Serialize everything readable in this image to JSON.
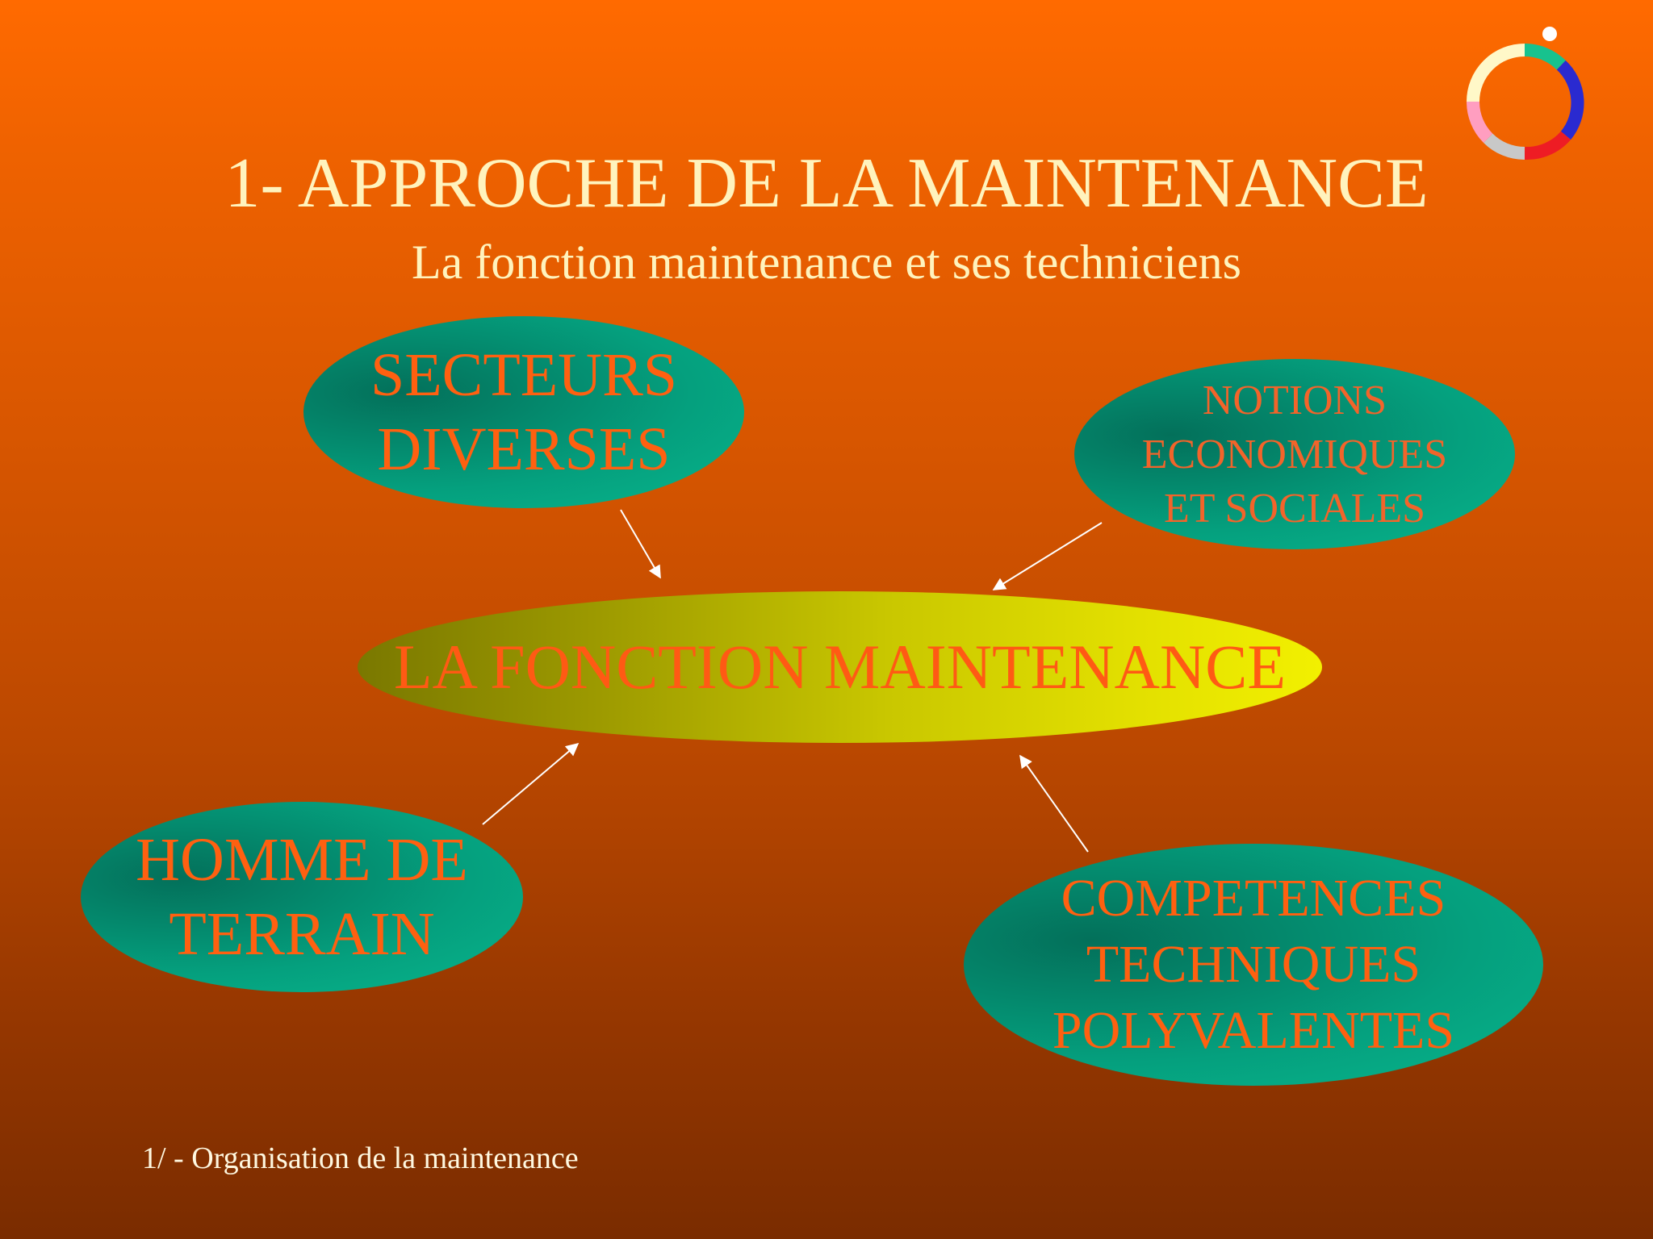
{
  "slide": {
    "title": "1- APPROCHE DE LA MAINTENANCE",
    "subtitle": "La fonction maintenance et ses techniciens",
    "footer": "1/ - Organisation de la maintenance"
  },
  "diagram": {
    "center": "LA FONCTION MAINTENANCE",
    "nodes": {
      "secteurs": "SECTEURS\nDIVERSES",
      "notions": "NOTIONS\nECONOMIQUES\nET SOCIALES",
      "homme": "HOMME DE\nTERRAIN",
      "competences": "COMPETENCES\nTECHNIQUES\nPOLYVALENTES"
    },
    "colors": {
      "background_top": "#ff6a00",
      "background_bottom": "#7a2c00",
      "node_fill": "#05a07e",
      "center_fill": "#e2df00",
      "node_text": "#ff6010",
      "title_text": "#fff3bd"
    }
  },
  "logo": {
    "icon": "color-ring-logo",
    "colors": [
      "#fff8c8",
      "#18c28e",
      "#2a2ad0",
      "#ee1c24",
      "#c8c8c8",
      "#ff9ec0"
    ]
  }
}
